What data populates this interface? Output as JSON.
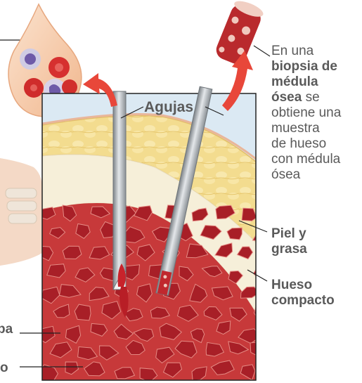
{
  "labels": {
    "needles": "Agujas",
    "description": {
      "line1": "En una",
      "bold1": "biopsia de",
      "bold2": "médula",
      "bold3": "ósea",
      "rest1": " se",
      "rest2": "obtiene una",
      "rest3": "muestra",
      "rest4": "de hueso",
      "rest5": "con médula",
      "rest6": "ósea"
    },
    "skin_fat": {
      "line1": "Piel y",
      "line2": "grasa"
    },
    "compact_bone": {
      "line1": "Hueso",
      "line2": "compacto"
    },
    "left_cut_1": "pa",
    "left_cut_2": "o"
  },
  "colors": {
    "label_text": "#5a5a5a",
    "arrow_red": "#e8473a",
    "skin_fat_yellow": "#f3dc8f",
    "compact_bone_cream": "#f6efd9",
    "marrow_red": "#b8242a",
    "background_blue": "#dbe9f3",
    "needle_gray": "#a9aeb3"
  }
}
